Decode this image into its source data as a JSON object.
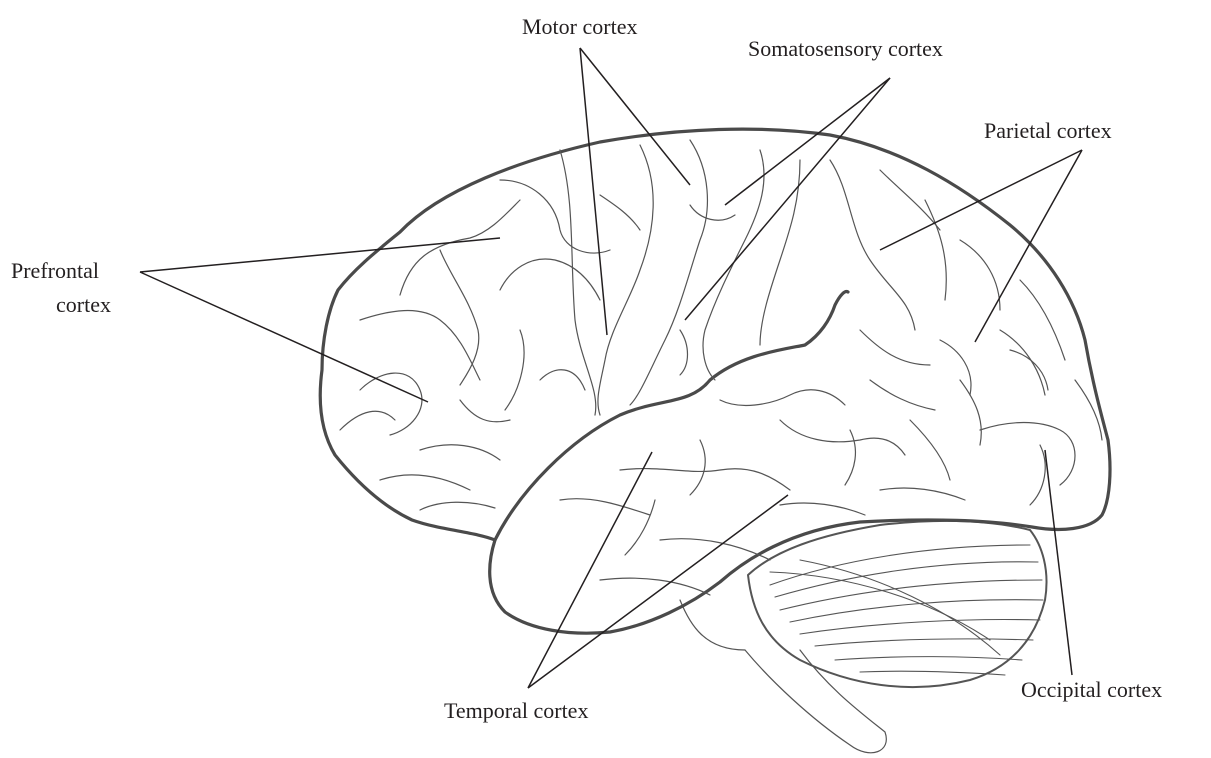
{
  "diagram": {
    "labels": {
      "motor": "Motor cortex",
      "somatosensory": "Somatosensory cortex",
      "parietal": "Parietal cortex",
      "prefrontal_line1": "Prefrontal",
      "prefrontal_line2": "cortex",
      "occipital": "Occipital cortex",
      "temporal": "Temporal cortex"
    },
    "colors": {
      "outline": "#4a4a4a",
      "text": "#231f20",
      "background": "#ffffff"
    }
  }
}
